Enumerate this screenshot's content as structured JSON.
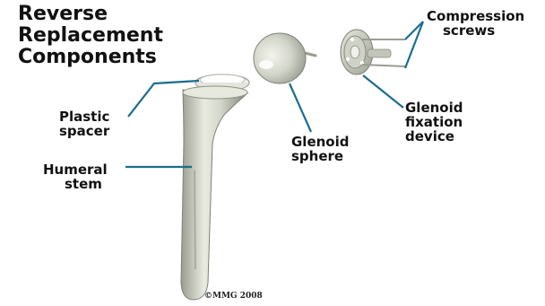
{
  "title": {
    "line1": "Reverse",
    "line2": "Replacement",
    "line3": "Components"
  },
  "labels": {
    "plastic_spacer": {
      "line1": "Plastic",
      "line2": "spacer"
    },
    "humeral_stem": {
      "line1": "Humeral",
      "line2": "stem"
    },
    "glenoid_sphere": {
      "line1": "Glenoid",
      "line2": "sphere"
    },
    "compression_screws": {
      "line1": "Compression",
      "line2": "screws"
    },
    "glenoid_fixation_device": {
      "line1": "Glenoid",
      "line2": "fixation",
      "line3": "device"
    }
  },
  "copyright": "©MMG 2008",
  "colors": {
    "leader": "#1b6d8e",
    "metal_light": "#eef0e6",
    "metal_mid": "#c9ccbf",
    "metal_dark": "#8d9084"
  }
}
